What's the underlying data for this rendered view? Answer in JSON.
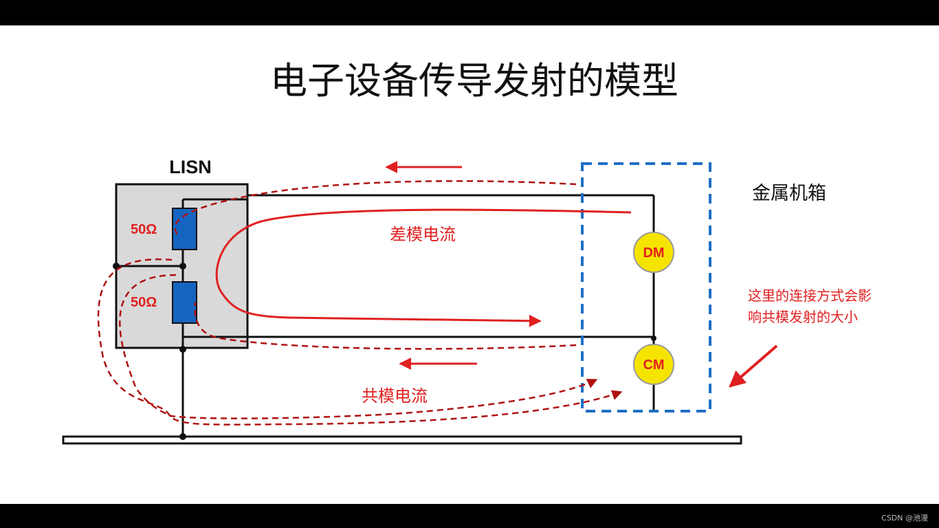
{
  "title": "电子设备传导发射的模型",
  "lisn": {
    "label": "LISN",
    "resistor_top_label": "50Ω",
    "resistor_bottom_label": "50Ω"
  },
  "currents": {
    "differential_mode_label": "差模电流",
    "common_mode_label": "共模电流"
  },
  "enclosure_label": "金属机箱",
  "sources": {
    "dm_label": "DM",
    "cm_label": "CM"
  },
  "note": {
    "line1": "这里的连接方式会影",
    "line2": "响共模发射的大小"
  },
  "watermark": "CSDN @池漫",
  "colors": {
    "current_red": "#e02020",
    "dashed_red": "#b01010",
    "enclosure_blue": "#1f6fc5",
    "resistor_blue": "#1565c0",
    "lisn_gray": "#d9d9d9",
    "source_yellow": "#f5e400"
  }
}
